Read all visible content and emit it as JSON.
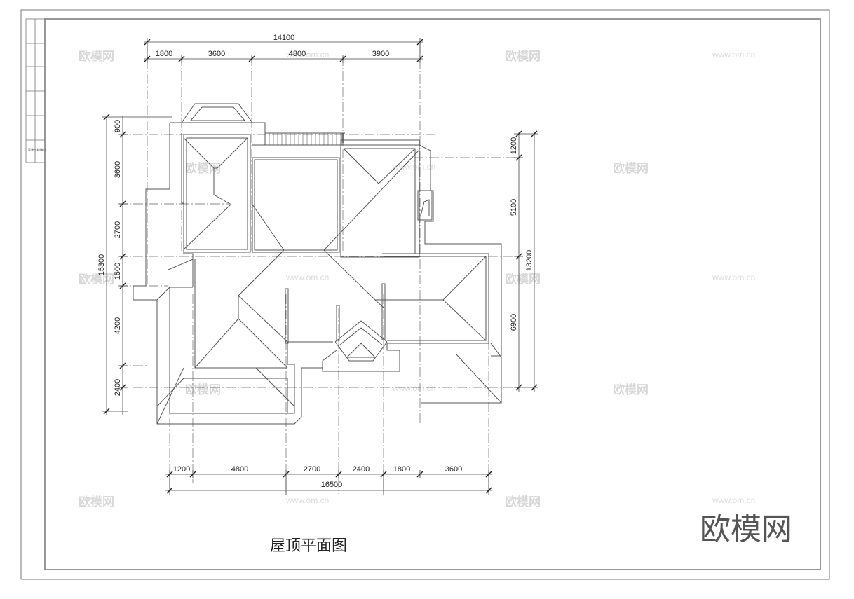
{
  "drawing": {
    "title": "屋顶平面图",
    "brand_logo": "欧模网",
    "watermark_brand": "欧模网",
    "watermark_url": "www.om.cn",
    "dimensions": {
      "top_total": "14100",
      "top_segments": [
        "1800",
        "3600",
        "4800",
        "3900"
      ],
      "left_total": "15300",
      "left_segments": [
        "900",
        "3600",
        "2700",
        "1500",
        "4200",
        "2400"
      ],
      "right_total": "13200",
      "right_segments": [
        "1200",
        "5100",
        "6900"
      ],
      "bottom_total": "16500",
      "bottom_segments": [
        "1200",
        "4800",
        "2700",
        "2400",
        "1800",
        "3600"
      ]
    },
    "title_block": [
      "设计",
      "校对",
      "审核",
      "审定"
    ],
    "line_color": "#555555",
    "axis_color": "#666666"
  }
}
